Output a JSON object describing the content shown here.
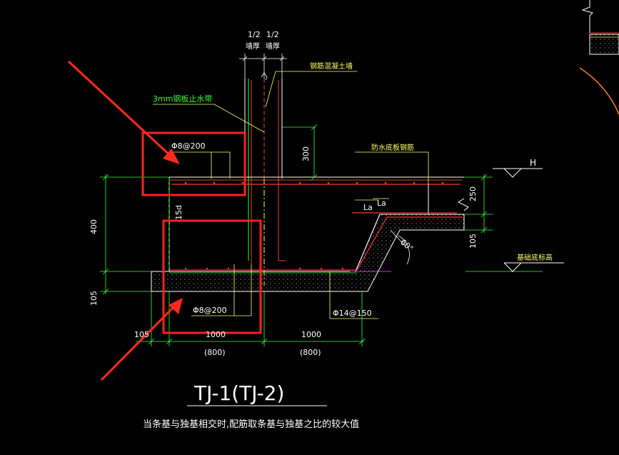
{
  "labels": {
    "half_wall_top_1": "1/2",
    "half_wall_top_2": "1/2",
    "wall_thickness_1": "墙厚",
    "wall_thickness_2": "墙厚",
    "rc_wall": "钢筋混凝土墙",
    "steel_waterstop": "3mm钢板止水带",
    "dim_300": "300",
    "waterproof_rebar": "防水底板钢筋",
    "elev_h": "H",
    "rebar_top": "Φ8@200",
    "dim_400": "400",
    "dim_15d": "15d",
    "la_1": "La",
    "la_2": "La",
    "dim_250": "250",
    "angle_60": "60°",
    "dim_105_right": "105",
    "foundation_bottom_elev": "基础底标高",
    "dim_105_left": "105",
    "rebar_bottom": "Φ8@200",
    "rebar_main": "Φ14@150",
    "dim_105_bottom": "105",
    "dim_1000_left": "1000",
    "dim_1000_right": "1000",
    "dim_800_left": "(800)",
    "dim_800_right": "(800)",
    "title": "TJ-1(TJ-2)",
    "note": "当条基与独基相交时,配筋取条基与独基之比的较大值"
  },
  "colors": {
    "background": "#000000",
    "concrete": "#ffffff",
    "rebar": "#ff3333",
    "dimension": "#33ff33",
    "annotation": "#ffff66",
    "highlight_box": "#ff2020",
    "arrow": "#ff2a1a",
    "title": "#ffffff",
    "accent_orange": "#ff7a1a",
    "magenta": "#cc33cc"
  }
}
